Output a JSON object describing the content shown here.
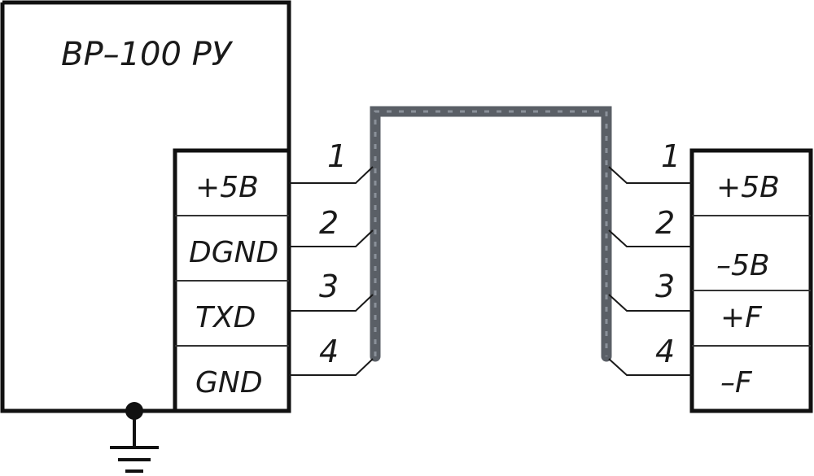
{
  "device": {
    "title": "BP–100 PУ"
  },
  "left_connector": {
    "pins": [
      {
        "label": "+5B"
      },
      {
        "label": "DGND"
      },
      {
        "label": "TXD"
      },
      {
        "label": "GND"
      }
    ]
  },
  "right_connector": {
    "pins": [
      {
        "label": "+5B"
      },
      {
        "label": "–5B"
      },
      {
        "label": "+F"
      },
      {
        "label": "–F"
      }
    ]
  },
  "pin_numbers": {
    "left": [
      "1",
      "2",
      "3",
      "4"
    ],
    "right": [
      "1",
      "2",
      "3",
      "4"
    ]
  }
}
